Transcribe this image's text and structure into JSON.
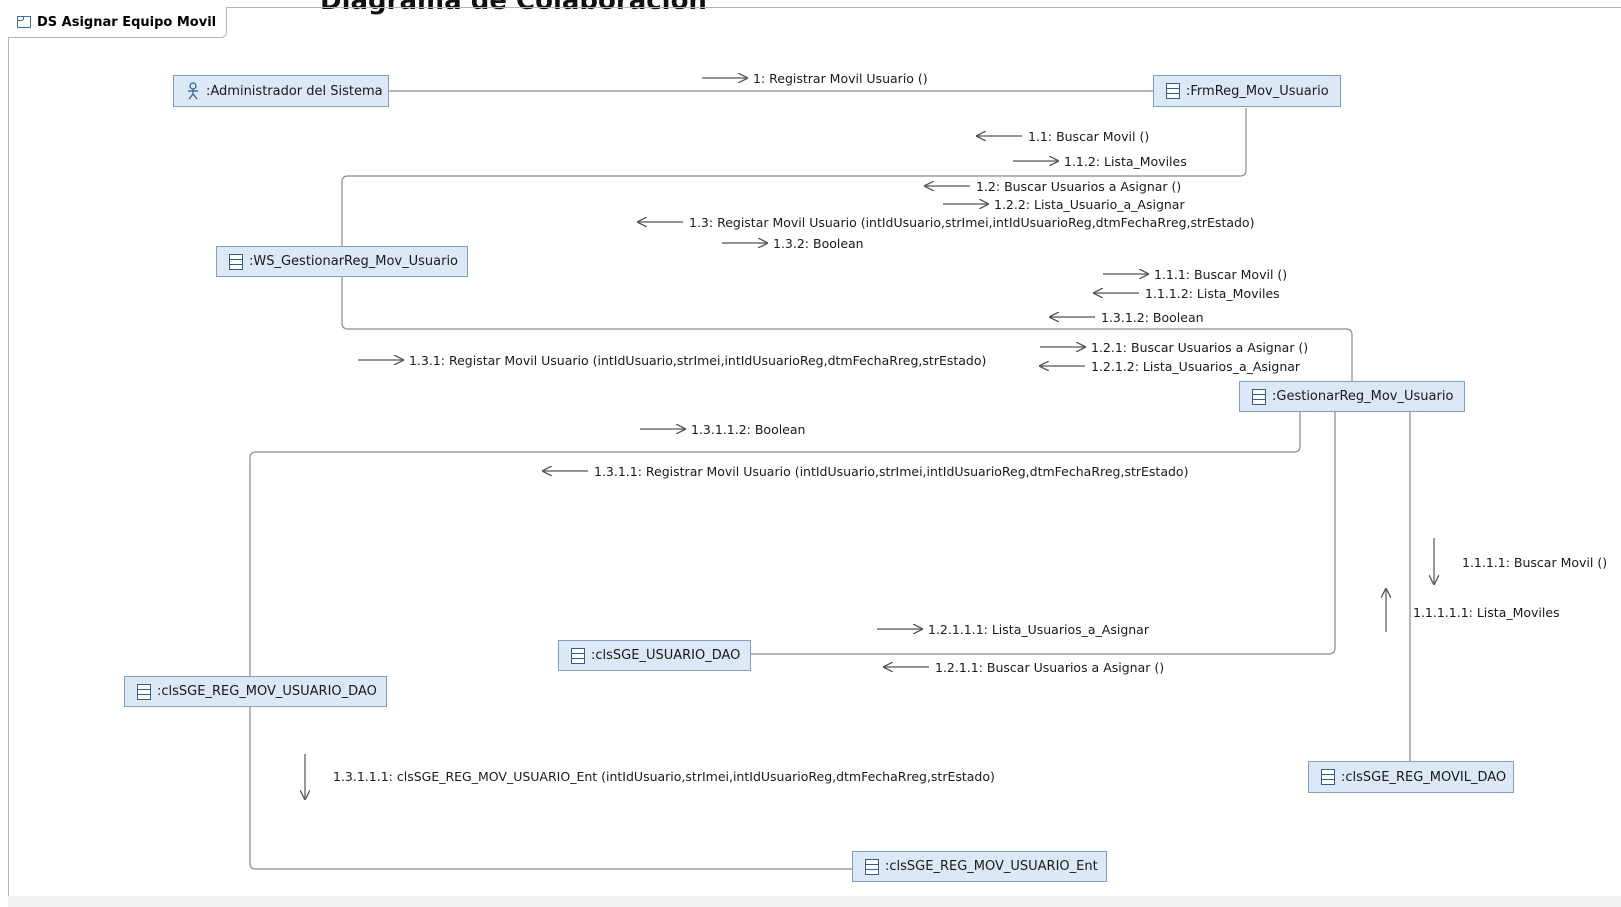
{
  "diagram": {
    "frame_title": "DS Asignar Equipo Movil",
    "header_fragment": "Diagrama de Colaboración",
    "lifelines": {
      "admin": ":Administrador del Sistema",
      "frm": ":FrmReg_Mov_Usuario",
      "ws": ":WS_GestionarReg_Mov_Usuario",
      "gest": ":GestionarReg_Mov_Usuario",
      "usuario_dao": ":clsSGE_USUARIO_DAO",
      "reg_dao": ":clsSGE_REG_MOV_USUARIO_DAO",
      "movil_dao": ":clsSGE_REG_MOVIL_DAO",
      "ent": ":clsSGE_REG_MOV_USUARIO_Ent"
    },
    "messages": {
      "m1": "1: Registrar Movil Usuario ()",
      "m1_1": "1.1: Buscar Movil ()",
      "m1_1_2": "1.1.2: Lista_Moviles",
      "m1_2": "1.2: Buscar Usuarios a Asignar ()",
      "m1_2_2": "1.2.2: Lista_Usuario_a_Asignar",
      "m1_3": "1.3: Registar Movil Usuario (intIdUsuario,strImei,intIdUsuarioReg,dtmFechaRreg,strEstado)",
      "m1_3_2": "1.3.2: Boolean",
      "m1_1_1": "1.1.1: Buscar Movil ()",
      "m1_1_1_2": "1.1.1.2: Lista_Moviles",
      "m1_3_1_2": "1.3.1.2: Boolean",
      "m1_2_1": "1.2.1: Buscar Usuarios a Asignar ()",
      "m1_2_1_2": "1.2.1.2: Lista_Usuarios_a_Asignar",
      "m1_3_1": "1.3.1: Registar Movil Usuario (intIdUsuario,strImei,intIdUsuarioReg,dtmFechaRreg,strEstado)",
      "m1_3_1_1_2": "1.3.1.1.2: Boolean",
      "m1_3_1_1": "1.3.1.1: Registrar Movil Usuario (intIdUsuario,strImei,intIdUsuarioReg,dtmFechaRreg,strEstado)",
      "m1_1_1_1": "1.1.1.1: Buscar Movil ()",
      "m1_1_1_1_1": "1.1.1.1.1: Lista_Moviles",
      "m1_2_1_1_1": "1.2.1.1.1: Lista_Usuarios_a_Asignar",
      "m1_2_1_1": "1.2.1.1: Buscar Usuarios a Asignar ()",
      "m1_3_1_1_1": "1.3.1.1.1: clsSGE_REG_MOV_USUARIO_Ent (intIdUsuario,strImei,intIdUsuarioReg,dtmFechaRreg,strEstado)"
    }
  }
}
